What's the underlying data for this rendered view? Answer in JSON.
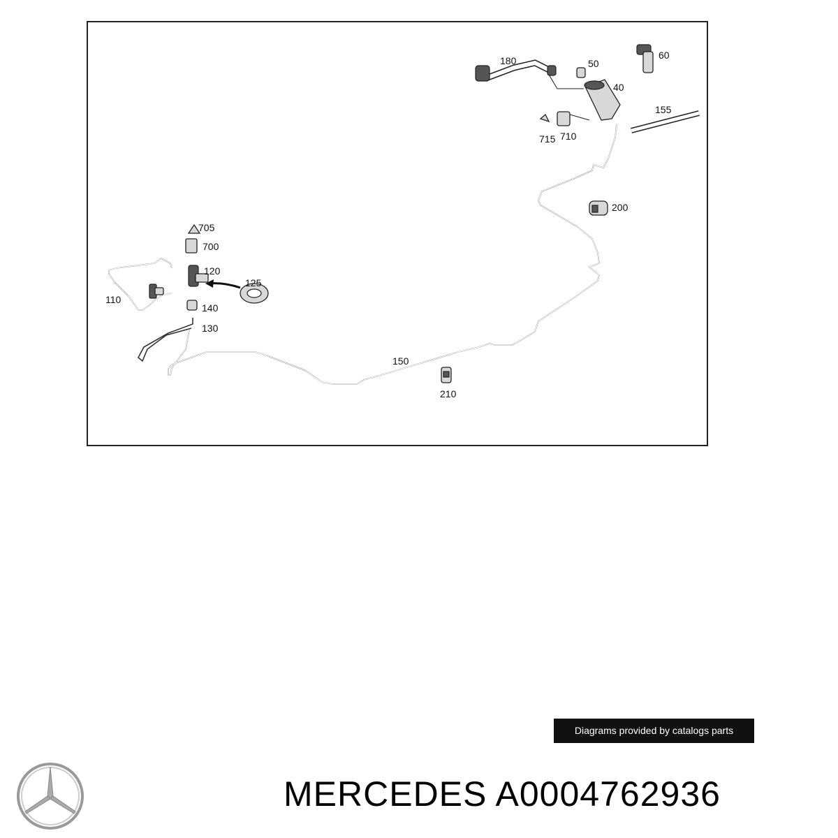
{
  "diagram": {
    "callouts": {
      "c180": "180",
      "c50": "50",
      "c60": "60",
      "c40": "40",
      "c155": "155",
      "c715": "715",
      "c710": "710",
      "c200": "200",
      "c705": "705",
      "c700": "700",
      "c120": "120",
      "c125": "125",
      "c110": "110",
      "c140": "140",
      "c130": "130",
      "c150": "150",
      "c210": "210"
    }
  },
  "credit": {
    "text": "Diagrams provided by catalogs parts"
  },
  "product": {
    "title": "MERCEDES A0004762936"
  },
  "colors": {
    "line": "#333333",
    "credit_bg": "#111111",
    "logo": "#999999"
  },
  "icons": {
    "logo": "mercedes-star-logo-icon"
  }
}
